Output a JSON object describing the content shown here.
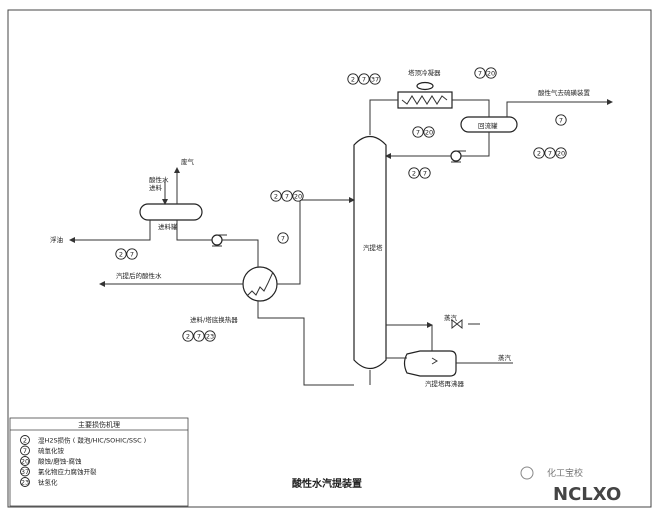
{
  "title": "酸性水汽提装置",
  "equipment": {
    "condenser": "塔顶冷凝器",
    "reflux_drum": "回流罐",
    "stripper": "汽提塔",
    "feed_drum": "进料罐",
    "exchanger": "进料/塔底换热器",
    "reboiler": "汽提塔再沸器"
  },
  "streams": {
    "to_sulfur": "酸性气去硫磺装置",
    "waste_gas": "废气",
    "acid_water_feed_1": "酸性水",
    "acid_water_feed_2": "进料",
    "oil": "浮油",
    "stripped_water": "汽提后的酸性水",
    "steam_1": "蒸汽",
    "steam_2": "蒸汽"
  },
  "legend": {
    "title": "主要损伤机理",
    "items": [
      {
        "code": "2",
        "text": "湿H2S损伤 ( 鼓泡/HIC/SOHIC/SSC )"
      },
      {
        "code": "7",
        "text": "硫氢化铵"
      },
      {
        "code": "20",
        "text": "酸蚀/磨蚀-腐蚀"
      },
      {
        "code": "37",
        "text": "氯化物应力腐蚀开裂"
      },
      {
        "code": "23",
        "text": "钛氢化"
      }
    ]
  },
  "markers": {
    "condenser_left": [
      "2",
      "7",
      "37"
    ],
    "condenser_right": [
      "7",
      "20"
    ],
    "to_sulfur": [
      "7"
    ],
    "pump_top": [
      "7",
      "20"
    ],
    "reflux_drum": [
      "2",
      "7",
      "20"
    ],
    "tower_upper": [
      "2",
      "7"
    ],
    "feed_line": [
      "2",
      "7",
      "20"
    ],
    "feed_drum": [
      "2",
      "7"
    ],
    "pump_bottom": [
      "7"
    ],
    "exchanger": [
      "2",
      "7",
      "23"
    ]
  },
  "watermark": {
    "text": "化工宝校",
    "logo": "NCLXO"
  }
}
